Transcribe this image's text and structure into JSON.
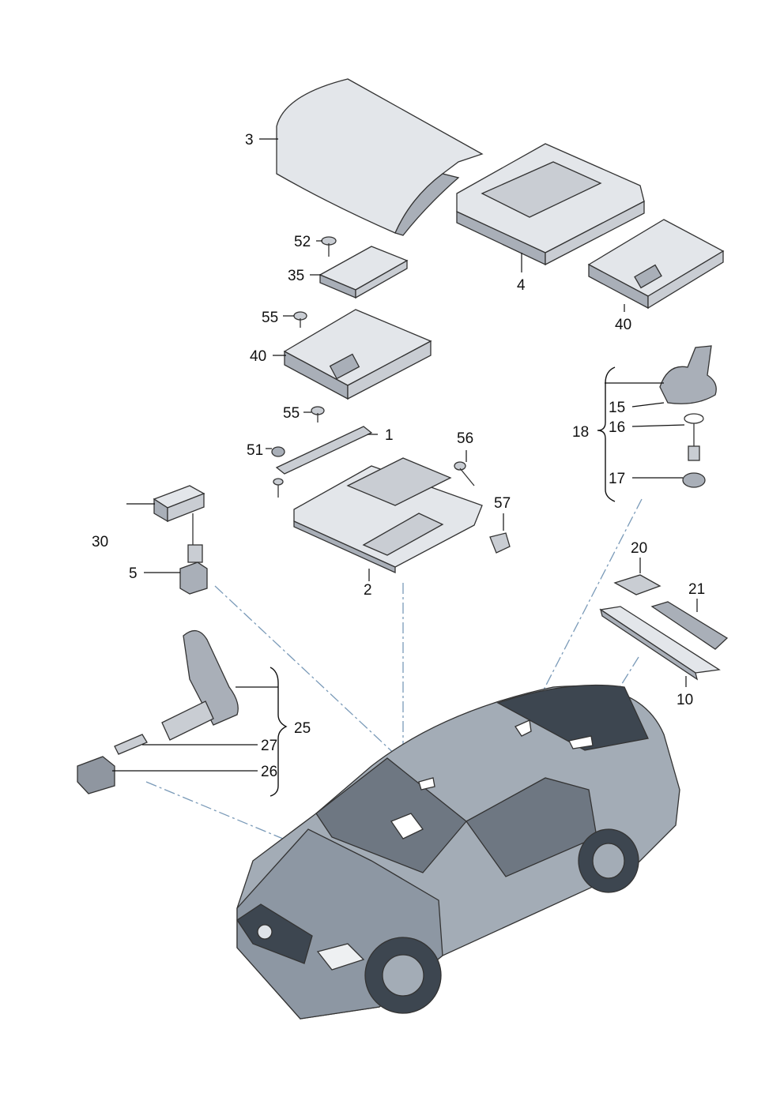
{
  "labels": {
    "l1": "1",
    "l2": "2",
    "l3": "3",
    "l4": "4",
    "l5": "5",
    "l10": "10",
    "l15": "15",
    "l16": "16",
    "l17": "17",
    "l18": "18",
    "l20": "20",
    "l21": "21",
    "l25": "25",
    "l26": "26",
    "l27": "27",
    "l30": "30",
    "l35": "35",
    "l40a": "40",
    "l40b": "40",
    "l51": "51",
    "l52": "52",
    "l55a": "55",
    "l55b": "55",
    "l56": "56",
    "l57": "57"
  },
  "colors": {
    "part": "#c9cdd3",
    "car_body": "#8d97a3",
    "leader_dash": "#7a9ab8"
  }
}
